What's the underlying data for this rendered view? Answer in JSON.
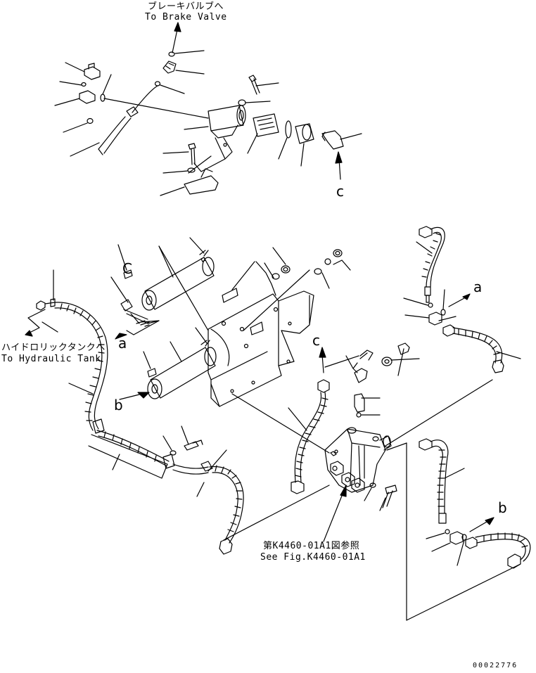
{
  "callouts": {
    "brake_valve_jp": "ブレーキバルブへ",
    "brake_valve_en": "To Brake Valve",
    "hydraulic_tank_jp": "ハイドロリックタンクへ",
    "hydraulic_tank_en": "To Hydraulic Tank",
    "see_fig_jp": "第K4460-01A1図参照",
    "see_fig_en": "See Fig.K4460-01A1"
  },
  "ref_letters": {
    "c_upper": "c",
    "c_mid": "c",
    "c_bracket": "C",
    "a_left": "a",
    "a_right": "a",
    "b_left": "b",
    "b_right": "b"
  },
  "drawing_number": "00022776",
  "colors": {
    "line": "#000000",
    "background": "#ffffff"
  }
}
